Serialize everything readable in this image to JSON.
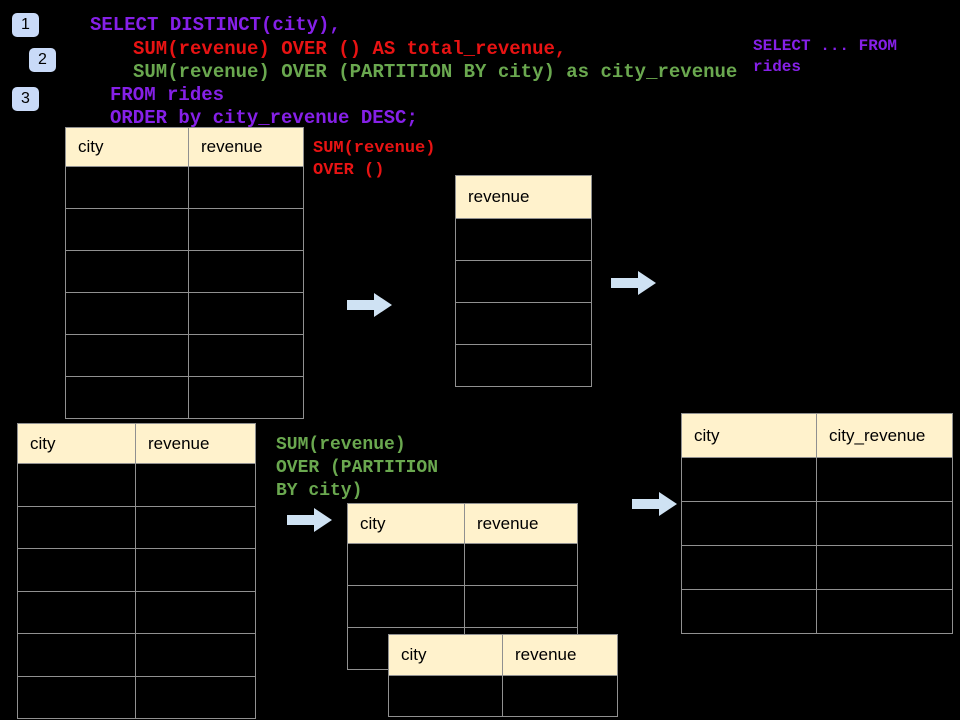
{
  "badges": [
    {
      "label": "1"
    },
    {
      "label": "2"
    },
    {
      "label": "3"
    }
  ],
  "sql": {
    "lines": [
      {
        "text": "SELECT DISTINCT(city),",
        "color": "purple"
      },
      {
        "text": "SUM(revenue) OVER () AS total_revenue,",
        "color": "red"
      },
      {
        "text": "SUM(revenue) OVER (PARTITION BY city) as city_revenue",
        "color": "green"
      },
      {
        "text": "FROM rides",
        "color": "purple"
      },
      {
        "text": "ORDER by city_revenue DESC;",
        "color": "purple"
      }
    ],
    "side_note": "SELECT ... FROM\nrides"
  },
  "annotations": {
    "total_revenue": "SUM(revenue)\nOVER ()",
    "partition": "SUM(revenue)\nOVER (PARTITION\nBY city)"
  },
  "tables": {
    "source_top": {
      "headers": [
        "city",
        "revenue"
      ],
      "rows": 6
    },
    "total_revenue": {
      "headers": [
        "revenue"
      ],
      "rows": 4
    },
    "source_bottom": {
      "headers": [
        "city",
        "revenue"
      ],
      "rows": 6
    },
    "partitioned": {
      "headers": [
        "city",
        "revenue"
      ],
      "rows": 3
    },
    "partitioned_overlay": {
      "headers": [
        "city",
        "revenue"
      ],
      "rows": 1
    },
    "city_revenue": {
      "headers": [
        "city",
        "city_revenue"
      ],
      "rows": 4
    }
  },
  "colors": {
    "background": "#000000",
    "sql-purple": "#8620E8",
    "sql-red": "#E81313",
    "sql-green": "#6AA84F",
    "table-header-fill": "#FFF2CC",
    "table-border": "#909090",
    "arrow-fill": "#CFE2F3",
    "badge-fill": "#C9DAF8"
  }
}
